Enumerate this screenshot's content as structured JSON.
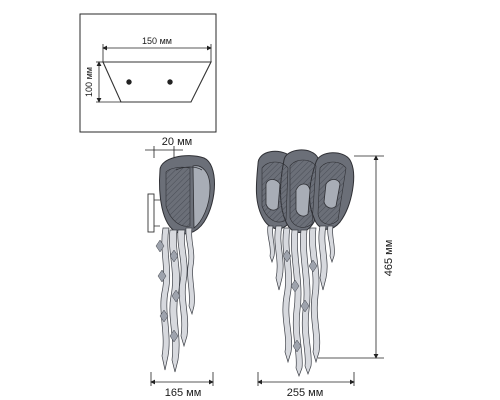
{
  "mount_plate": {
    "width_label": "150 мм",
    "height_label": "100 мм"
  },
  "side_view": {
    "depth_label": "20 мм",
    "projection_label": "165 мм"
  },
  "front_view": {
    "width_label": "255 мм",
    "height_label": "465 мм"
  },
  "colors": {
    "line": "#222222",
    "shade": "#6b6f78",
    "crystal": "#d7d9de"
  }
}
